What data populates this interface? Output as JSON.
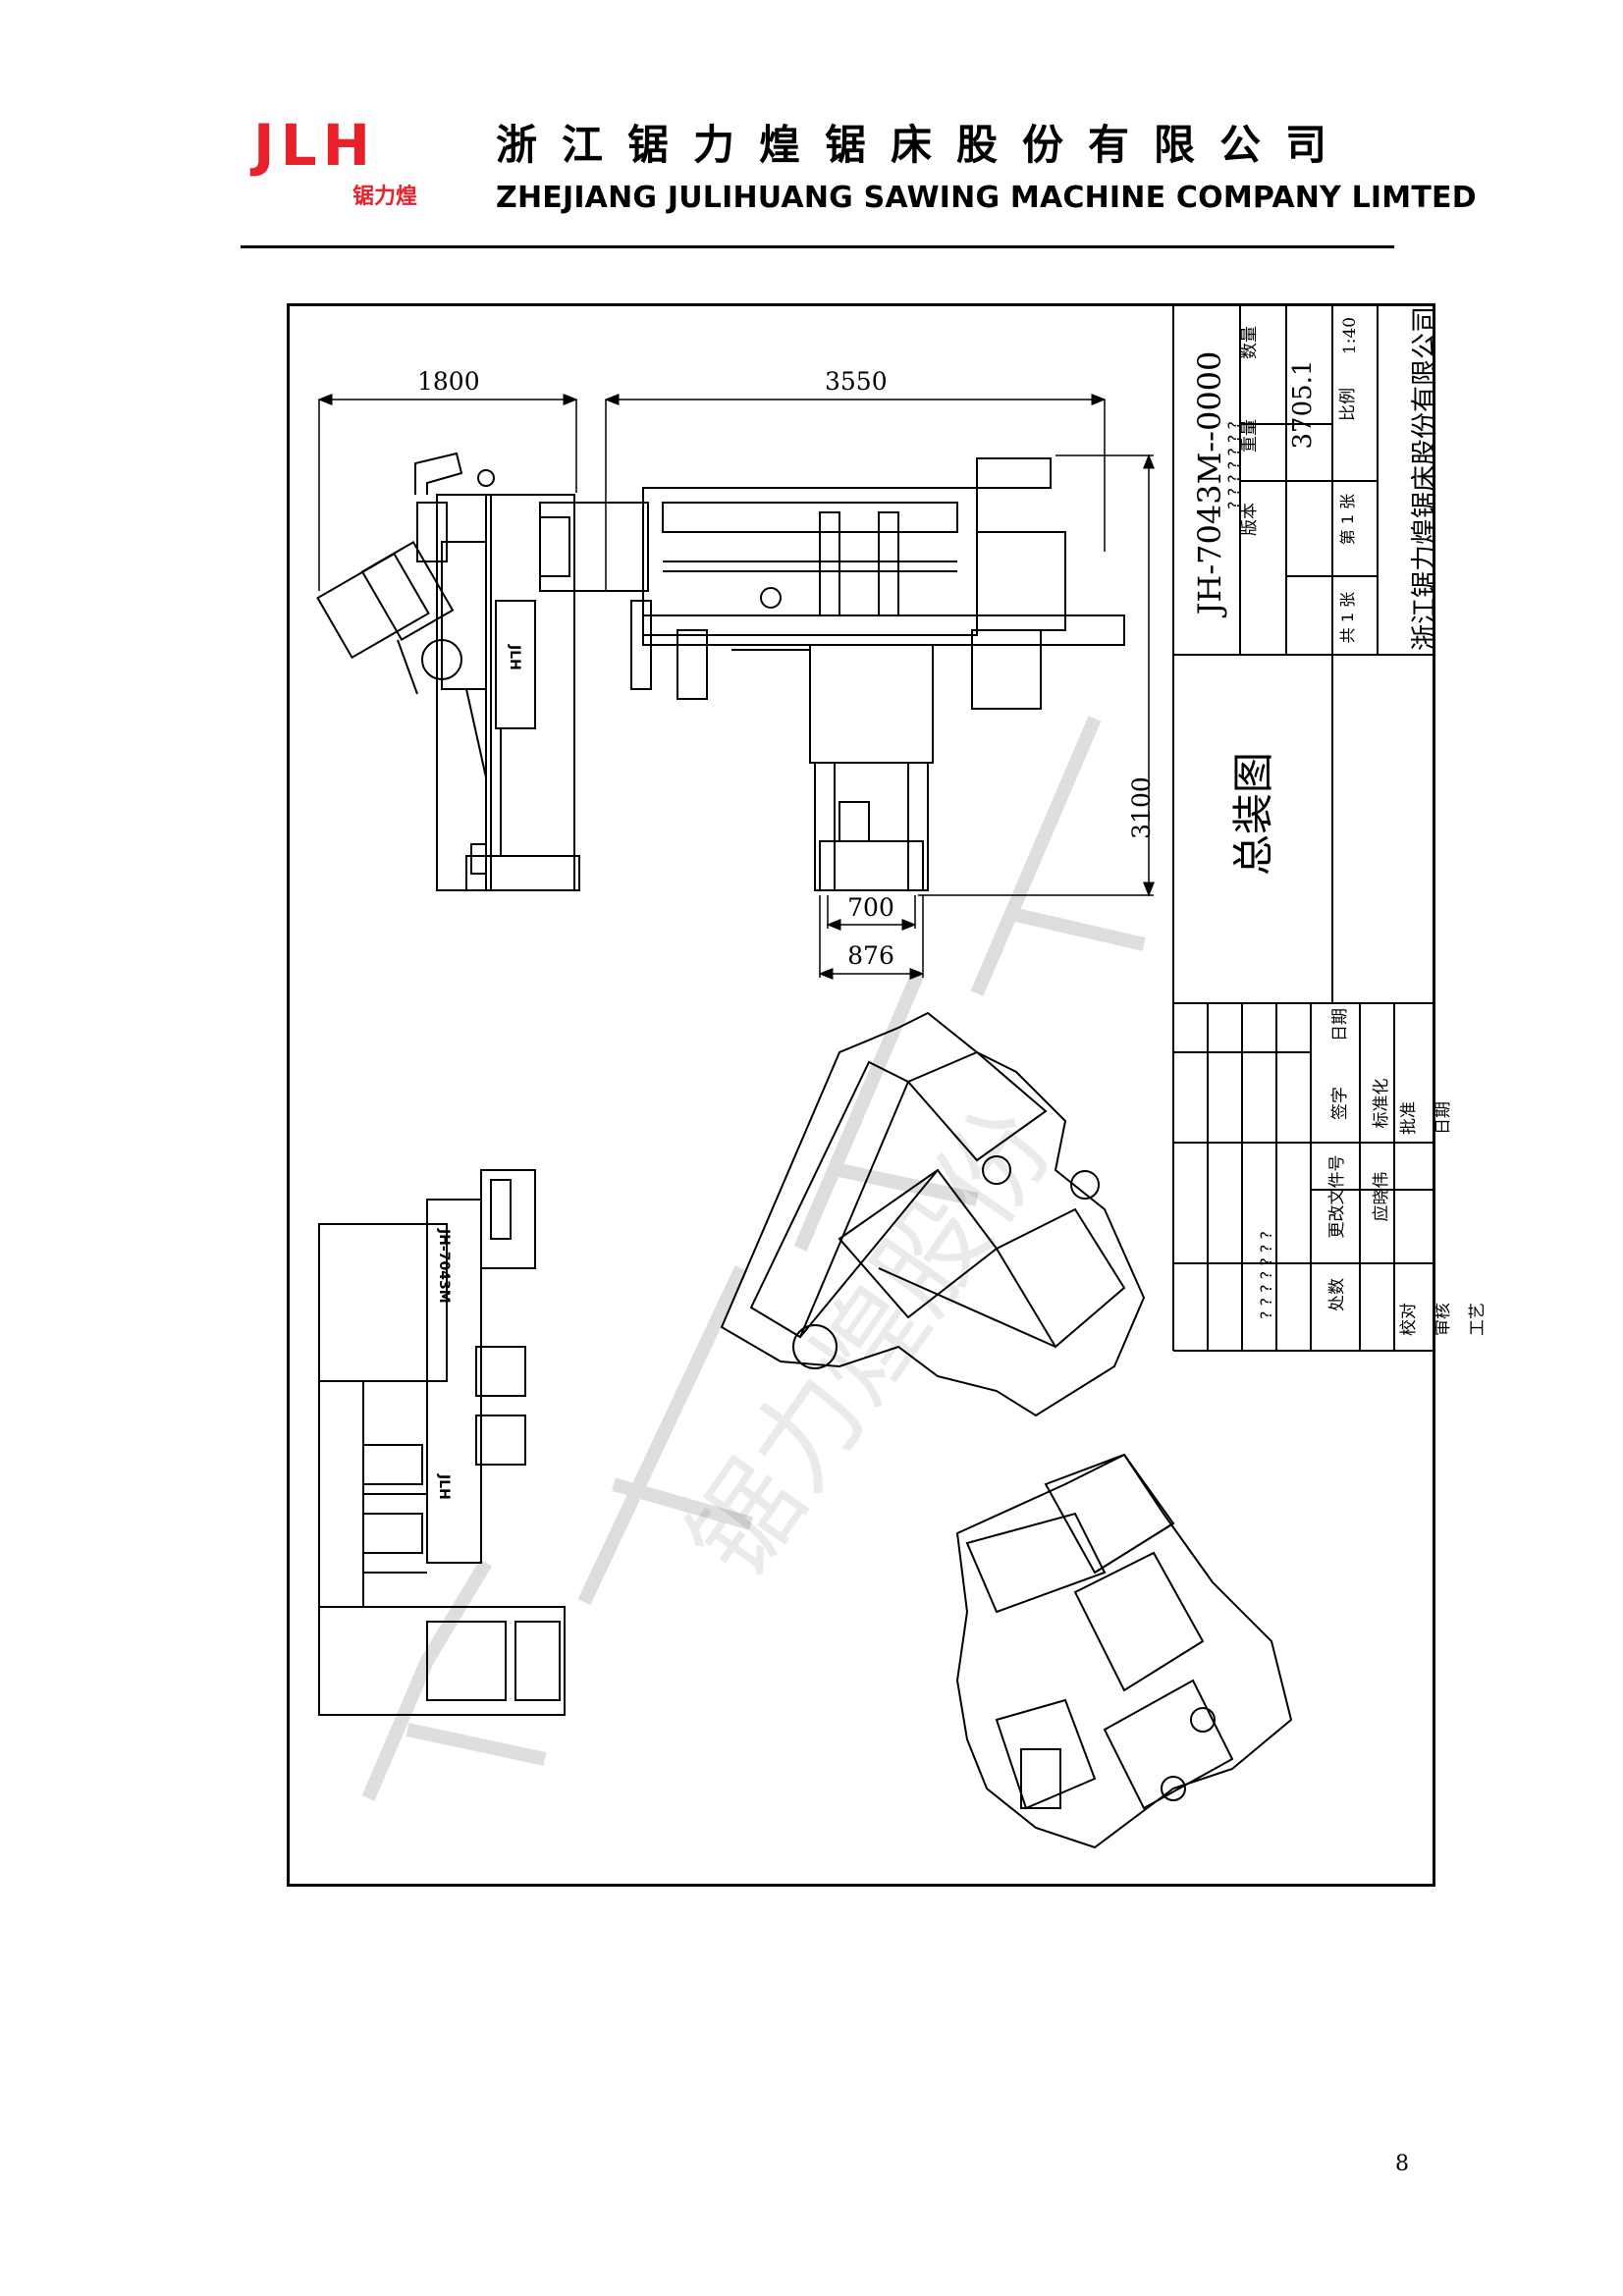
{
  "header": {
    "logo_text": "JLH",
    "logo_cn": "锯力煌",
    "company_cn": "浙江锯力煌锯床股份有限公司",
    "company_en": "ZHEJIANG JULIHUANG SAWING MACHINE COMPANY LIMTED"
  },
  "drawing": {
    "dimensions": {
      "side_width": "1800",
      "top_width": "3550",
      "top_depth": "3100",
      "feed_inner": "700",
      "feed_outer": "876"
    },
    "watermark": "锯力煌股份"
  },
  "title_block": {
    "drawing_number": "JH-7043M--0000",
    "drawing_title": "总装图",
    "company": "浙江锯力煌锯床股份有限公司",
    "labels": {
      "quantity": "数量",
      "weight": "重量",
      "scale": "比例",
      "version": "版本",
      "sheet_total": "共 1 张",
      "sheet_no": "第 1 张",
      "revision": "处数",
      "change_doc": "更改文件号",
      "signature": "签字",
      "date": "日期",
      "check": "校对",
      "review": "审核",
      "craft": "工艺",
      "standardize": "标准化",
      "approve": "批准",
      "date2": "日期"
    },
    "values": {
      "weight": "3705.1",
      "scale": "1:40",
      "designer": "应晓伟",
      "placeholders": "? ? ? ? ? ? ?"
    }
  },
  "page_number": "8"
}
